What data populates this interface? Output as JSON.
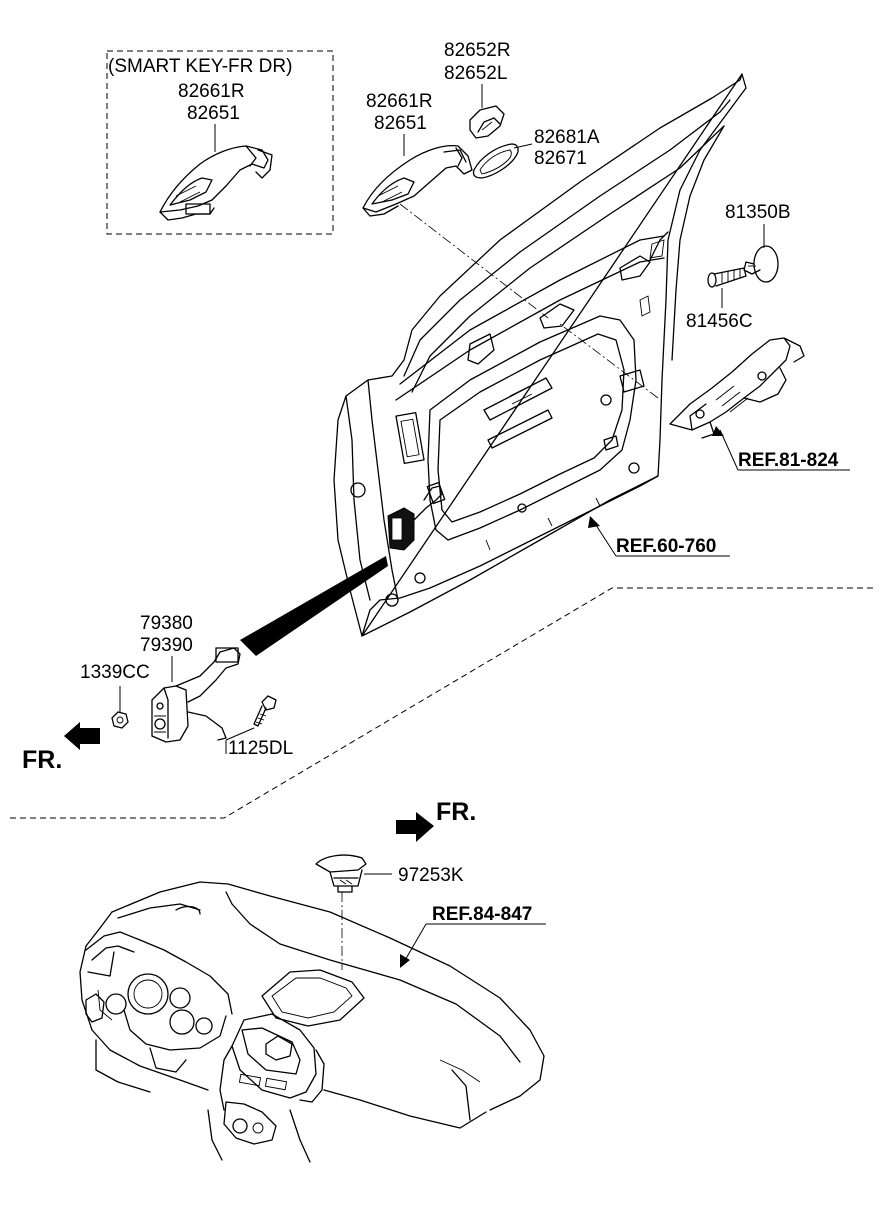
{
  "labels": {
    "smart_key_note": "(SMART KEY-FR DR)",
    "handle_boxed_1": "82661R",
    "handle_boxed_2": "82651",
    "handle_1": "82661R",
    "handle_2": "82651",
    "cap_1": "82652R",
    "cap_2": "82652L",
    "pad_1": "82681A",
    "pad_2": "82671",
    "clip": "81350B",
    "screw": "81456C",
    "ref_bracket": "REF.81-824",
    "ref_door": "REF.60-760",
    "checker_1": "79380",
    "checker_2": "79390",
    "nut": "1339CC",
    "bolt": "1125DL",
    "front_upper": "FR.",
    "front_lower": "FR.",
    "sensor": "97253K",
    "ref_panel": "REF.84-847"
  }
}
